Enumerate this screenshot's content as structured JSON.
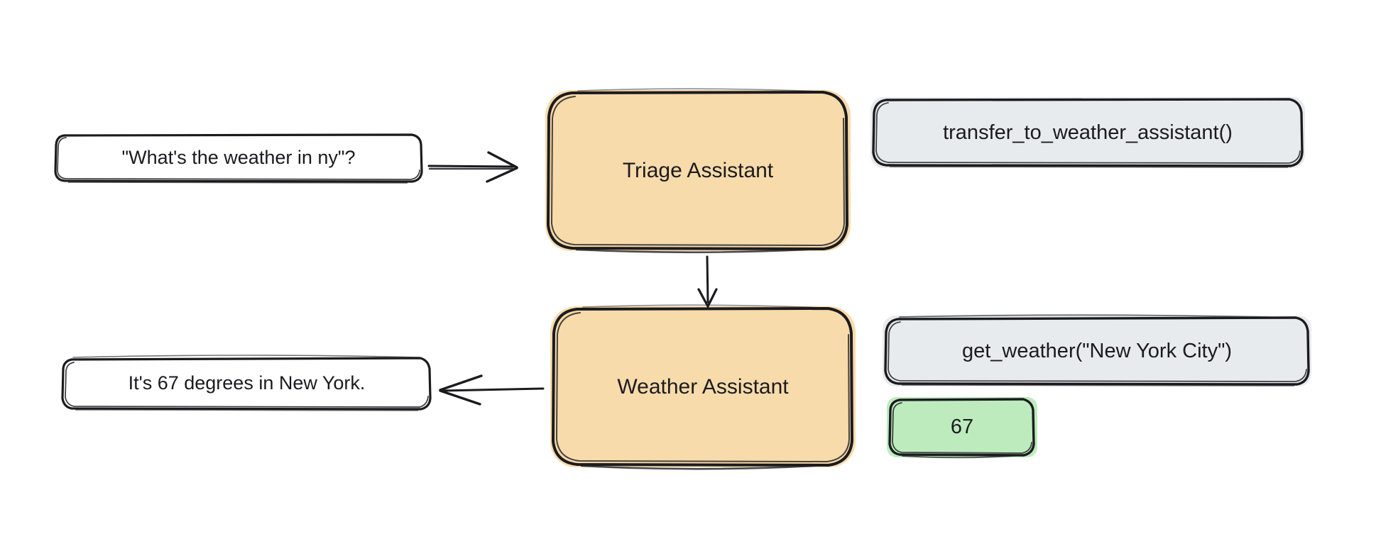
{
  "diagram": {
    "title": "Agent handoff flow",
    "background": "#ffffff",
    "colors": {
      "agent_fill": "#f8dbab",
      "tool_fill": "#e8ebed",
      "result_fill": "#bdebbd",
      "bubble_fill": "#ffffff",
      "stroke": "#1b1b1f",
      "text": "#1b1b1f"
    }
  },
  "nodes": {
    "user_query": {
      "text": "\"What's the weather in ny\"?",
      "kind": "message-bubble"
    },
    "triage_assistant": {
      "text": "Triage Assistant",
      "kind": "agent"
    },
    "transfer_tool_call": {
      "text": "transfer_to_weather_assistant()",
      "kind": "tool-call"
    },
    "weather_assistant": {
      "text": "Weather Assistant",
      "kind": "agent"
    },
    "get_weather_tool_call": {
      "text": "get_weather(\"New York City\")",
      "kind": "tool-call"
    },
    "weather_result": {
      "text": "67",
      "kind": "tool-result"
    },
    "assistant_reply": {
      "text": "It's 67 degrees in New York.",
      "kind": "message-bubble"
    }
  },
  "edges": [
    {
      "name": "query-to-triage",
      "from": "user_query",
      "to": "triage_assistant",
      "direction": "right",
      "label": ""
    },
    {
      "name": "triage-to-weather",
      "from": "triage_assistant",
      "to": "weather_assistant",
      "direction": "down",
      "label": ""
    },
    {
      "name": "weather-to-reply",
      "from": "weather_assistant",
      "to": "assistant_reply",
      "direction": "left",
      "label": ""
    }
  ]
}
